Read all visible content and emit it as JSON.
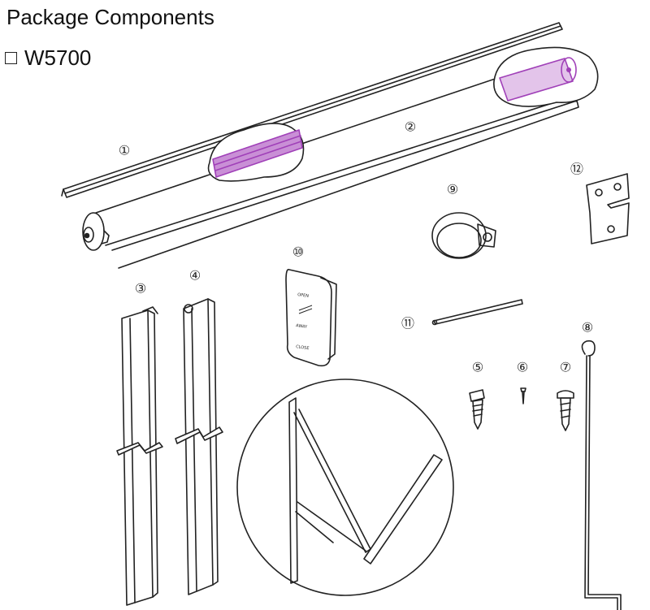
{
  "header": {
    "title": "Package Components",
    "model_label": "W5700"
  },
  "colors": {
    "line": "#222222",
    "highlight": "#a040b8",
    "highlight_fill": "#c98fd6"
  },
  "components": [
    {
      "id": "1",
      "label": "①"
    },
    {
      "id": "2",
      "label": "②"
    },
    {
      "id": "3",
      "label": "③"
    },
    {
      "id": "4",
      "label": "④"
    },
    {
      "id": "5",
      "label": "⑤"
    },
    {
      "id": "6",
      "label": "⑥"
    },
    {
      "id": "7",
      "label": "⑦"
    },
    {
      "id": "8",
      "label": "⑧"
    },
    {
      "id": "9",
      "label": "⑨"
    },
    {
      "id": "10",
      "label": "⑩"
    },
    {
      "id": "11",
      "label": "⑪"
    },
    {
      "id": "12",
      "label": "⑫"
    }
  ],
  "remote": {
    "buttons": [
      "OPEN",
      "AWAY",
      "CLOSE"
    ]
  }
}
